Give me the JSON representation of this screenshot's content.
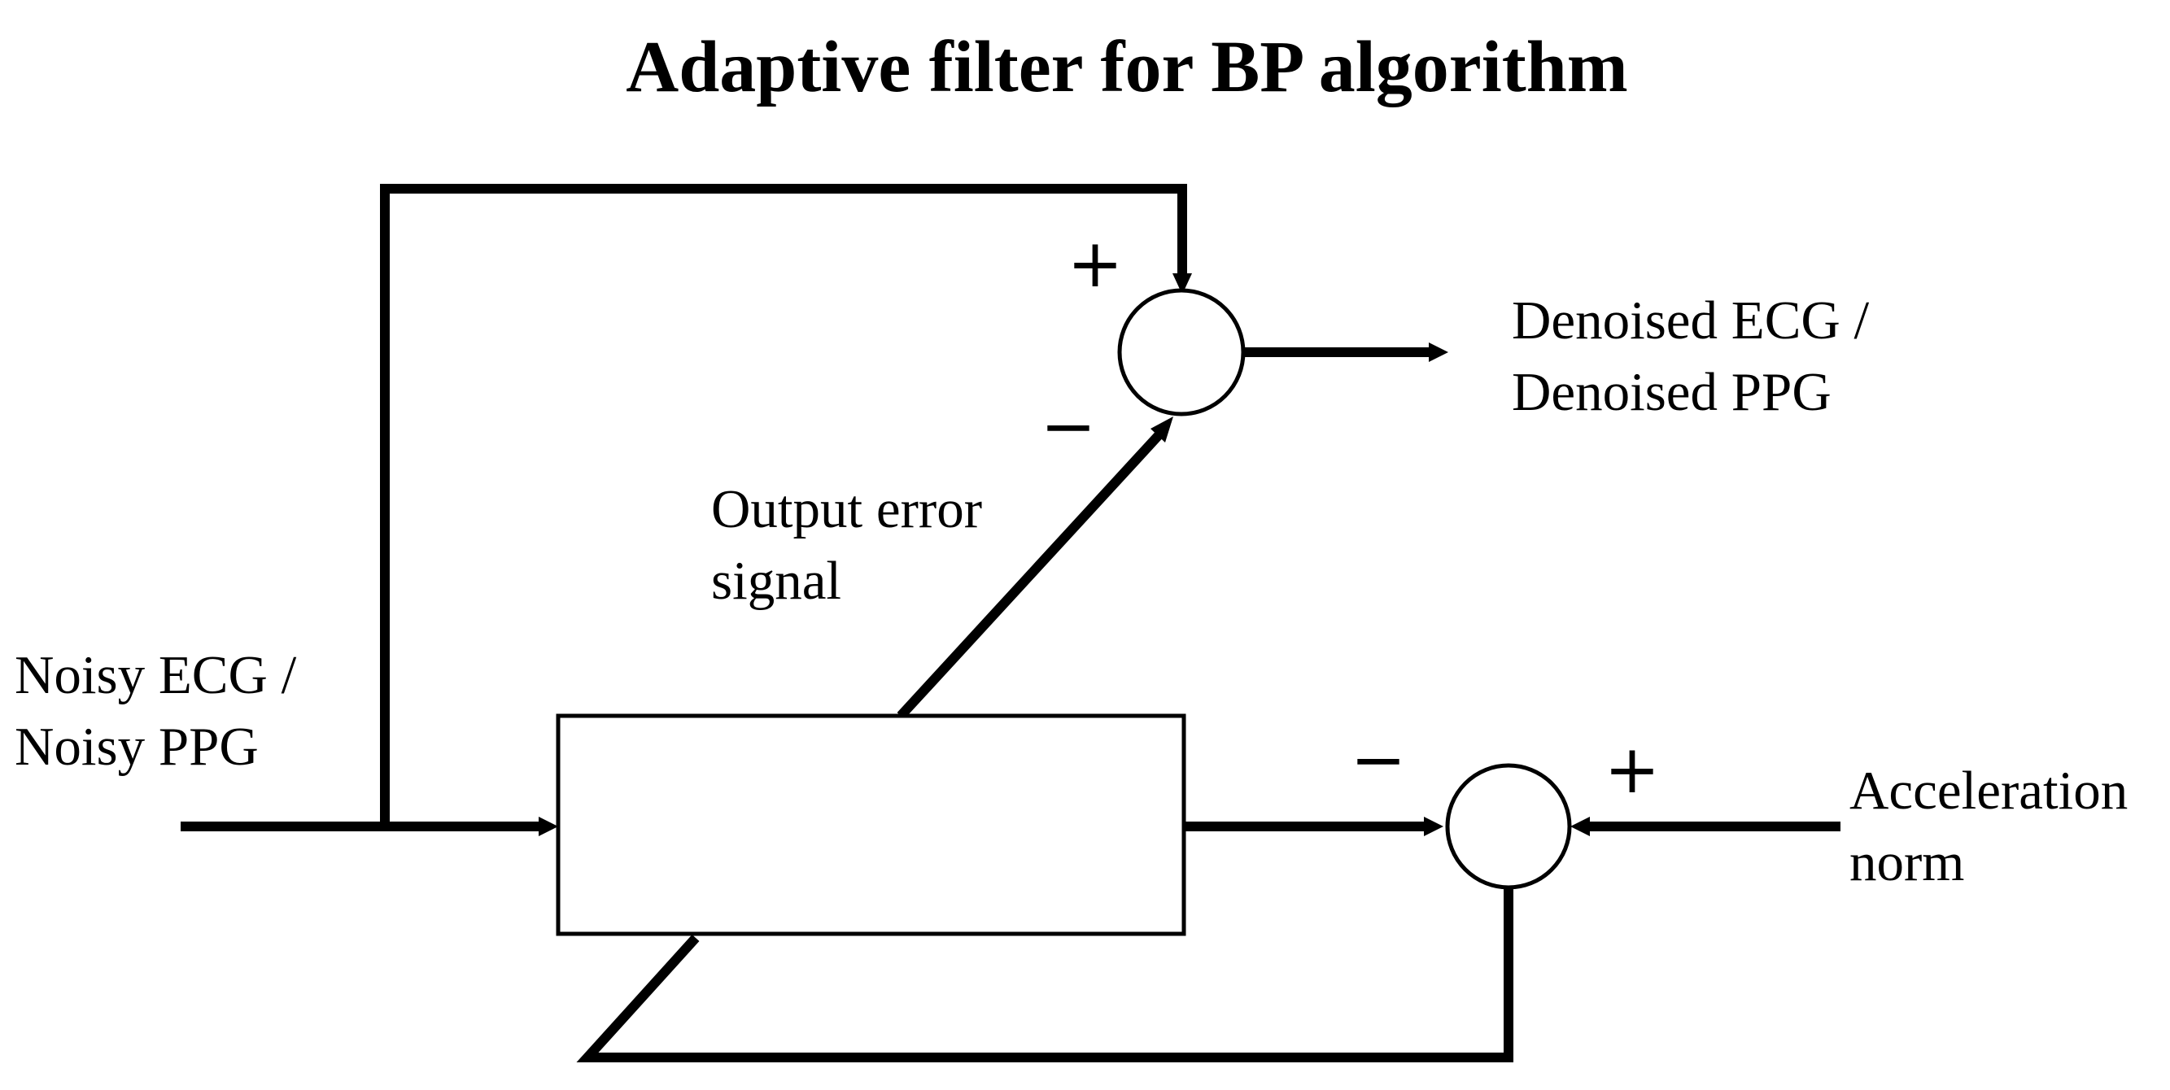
{
  "title": "Adaptive filter for BP algorithm",
  "labels": {
    "input": [
      "Noisy ECG /",
      "Noisy PPG"
    ],
    "output": [
      "Denoised ECG /",
      "Denoised PPG"
    ],
    "error": [
      "Output error",
      "signal"
    ],
    "reference": [
      "Acceleration",
      "norm"
    ]
  },
  "signs": {
    "top_plus": "+",
    "top_minus": "−",
    "bottom_minus": "−",
    "bottom_plus": "+"
  },
  "colors": {
    "line": "#000000",
    "background": "#ffffff"
  }
}
